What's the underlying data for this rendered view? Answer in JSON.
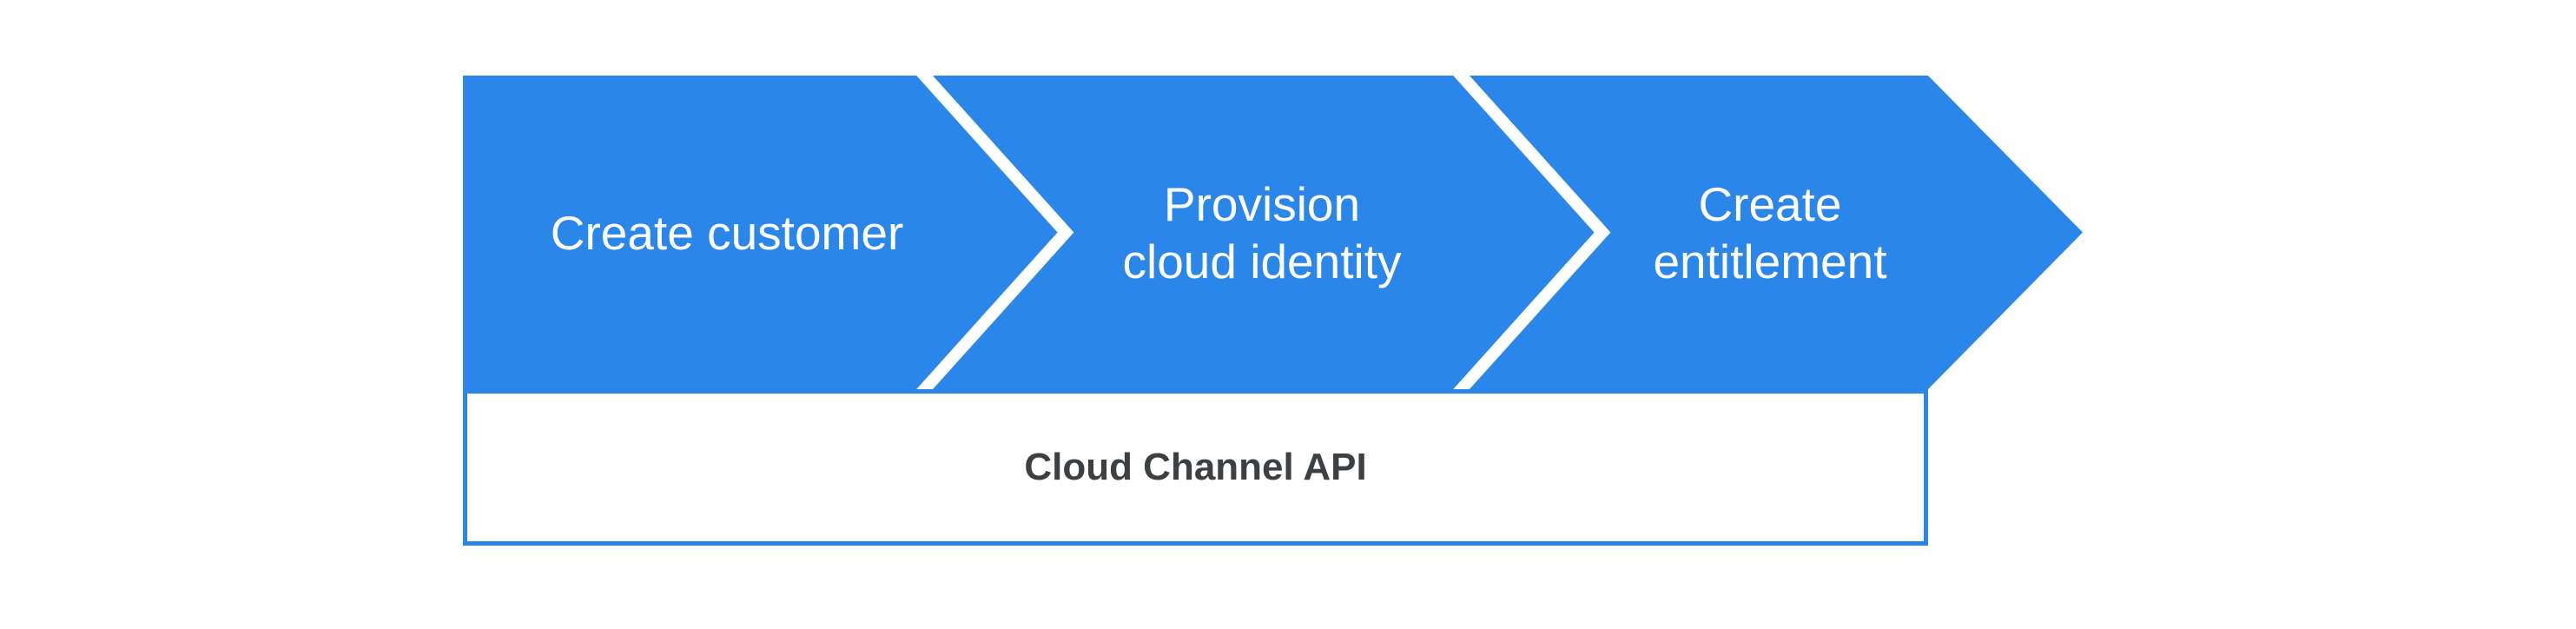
{
  "colors": {
    "background": "#ffffff",
    "band_blue": "#2b86e9",
    "separator_white": "#ffffff",
    "box_border_blue": "#2b86e9",
    "step_text": "#ffffff",
    "api_text": "#3c4043"
  },
  "process_flow": {
    "steps": [
      {
        "label": "Create customer"
      },
      {
        "label": "Provision\ncloud identity"
      },
      {
        "label": "Create\nentitlement"
      }
    ],
    "platform": {
      "label": "Cloud Channel API"
    }
  }
}
